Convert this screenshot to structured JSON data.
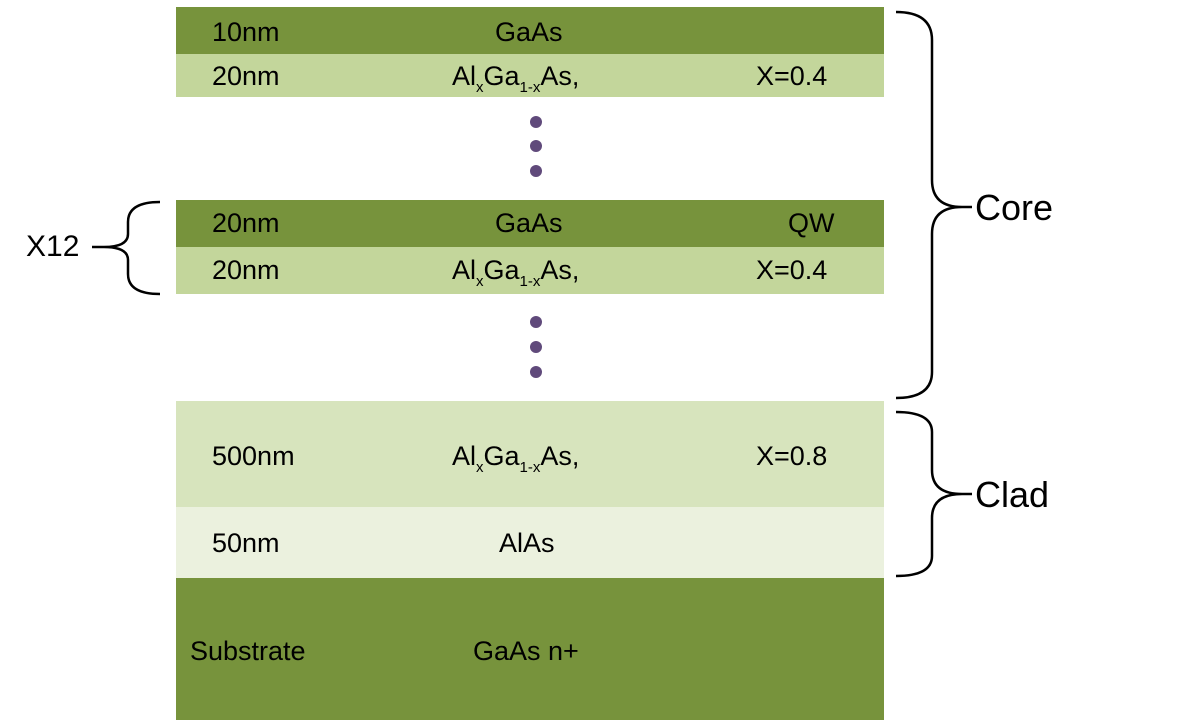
{
  "colors": {
    "dark_green": "#77933c",
    "light_green": "#c3d69b",
    "pale_green": "#d7e4bd",
    "very_pale_green": "#ebf1de",
    "dot_purple": "#604a7b"
  },
  "layers": {
    "top_cap": {
      "thickness": "10nm",
      "material": "GaAs"
    },
    "top_barrier": {
      "thickness": "20nm",
      "material_main": "Al",
      "sub1": "x",
      "mid": "Ga",
      "sub2": "1-x",
      "tail": "As,",
      "composition": "X=0.4"
    },
    "qw": {
      "thickness": "20nm",
      "material": "GaAs",
      "tag": "QW"
    },
    "qw_barrier": {
      "thickness": "20nm",
      "material_main": "Al",
      "sub1": "x",
      "mid": "Ga",
      "sub2": "1-x",
      "tail": "As,",
      "composition": "X=0.4"
    },
    "clad": {
      "thickness": "500nm",
      "material_main": "Al",
      "sub1": "x",
      "mid": "Ga",
      "sub2": "1-x",
      "tail": "As,",
      "composition": "X=0.8"
    },
    "alas": {
      "thickness": "50nm",
      "material": "AlAs"
    },
    "substrate": {
      "name": "Substrate",
      "material": "GaAs n+"
    }
  },
  "labels": {
    "repeat": "X12",
    "core": "Core",
    "clad": "Clad"
  }
}
